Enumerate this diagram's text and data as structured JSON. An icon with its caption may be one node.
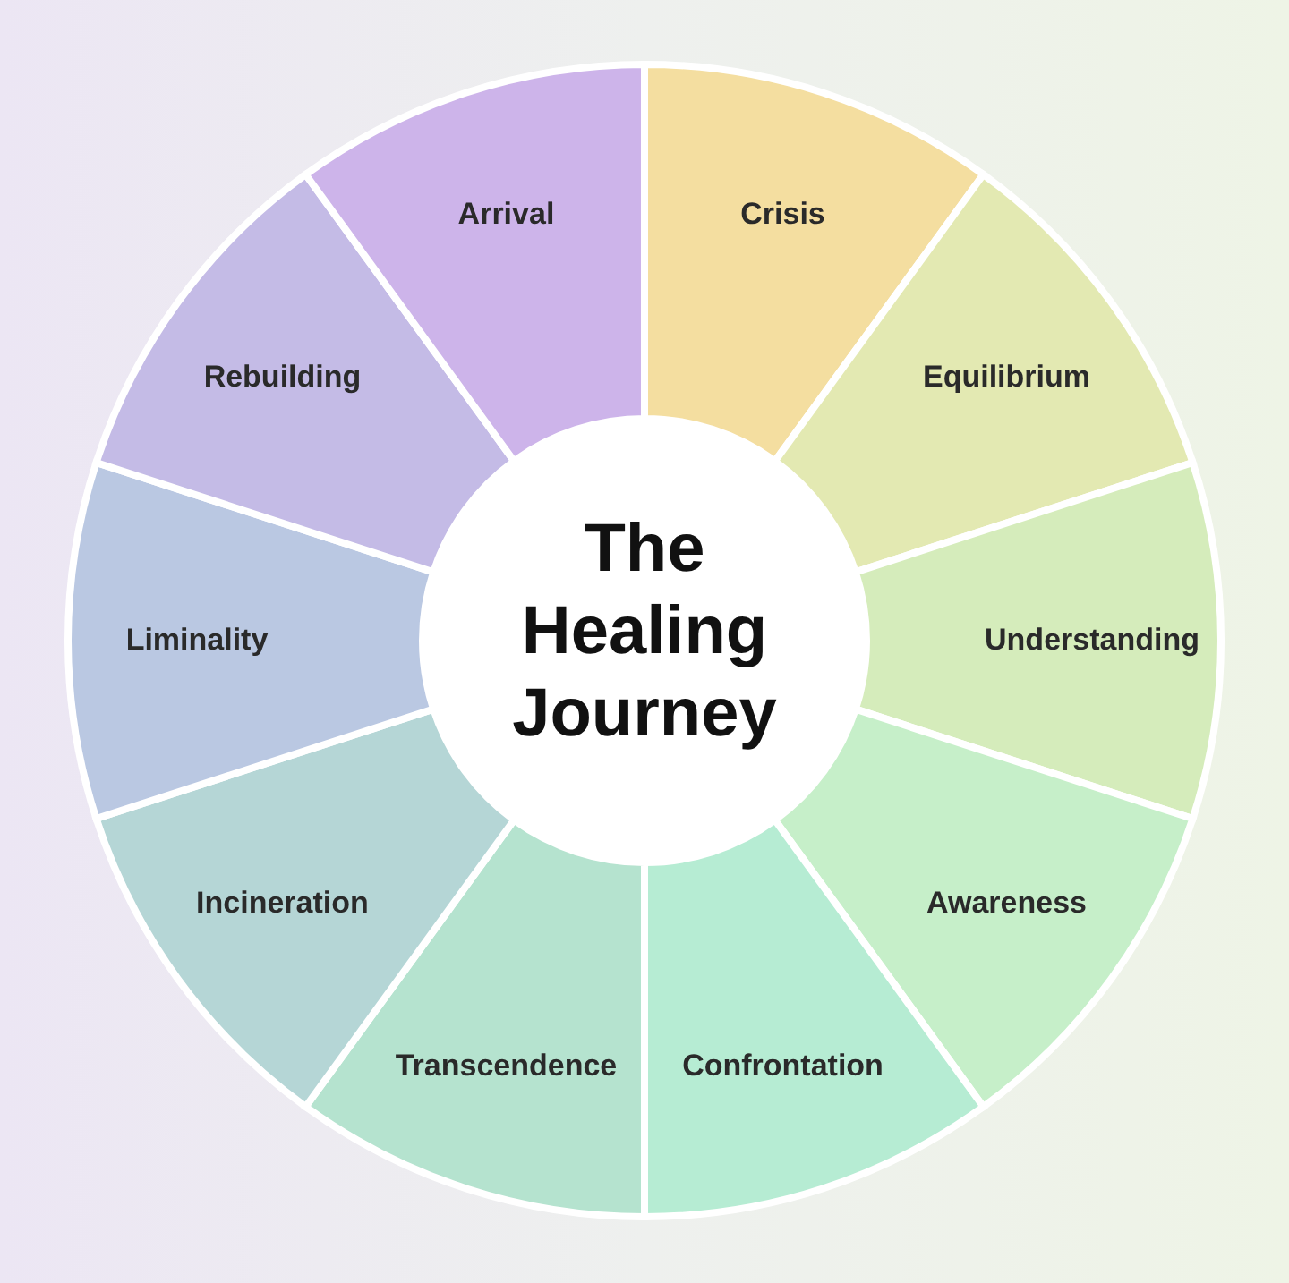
{
  "diagram": {
    "nodes": [
      {
        "text": [
          "The Healing Journey"
        ]
      },
      {
        "text": [
          "Crisis"
        ]
      },
      {
        "text": [
          "Equilibrium"
        ]
      },
      {
        "text": [
          "Understanding"
        ]
      },
      {
        "text": [
          "Awareness"
        ]
      },
      {
        "text": [
          "Confrontation"
        ]
      },
      {
        "text": [
          "Transcendence"
        ]
      },
      {
        "text": [
          "Incineration"
        ]
      },
      {
        "text": [
          "Liminality"
        ]
      },
      {
        "text": [
          "Rebuilding"
        ]
      },
      {
        "text": [
          "Arrival"
        ]
      }
    ]
  }
}
